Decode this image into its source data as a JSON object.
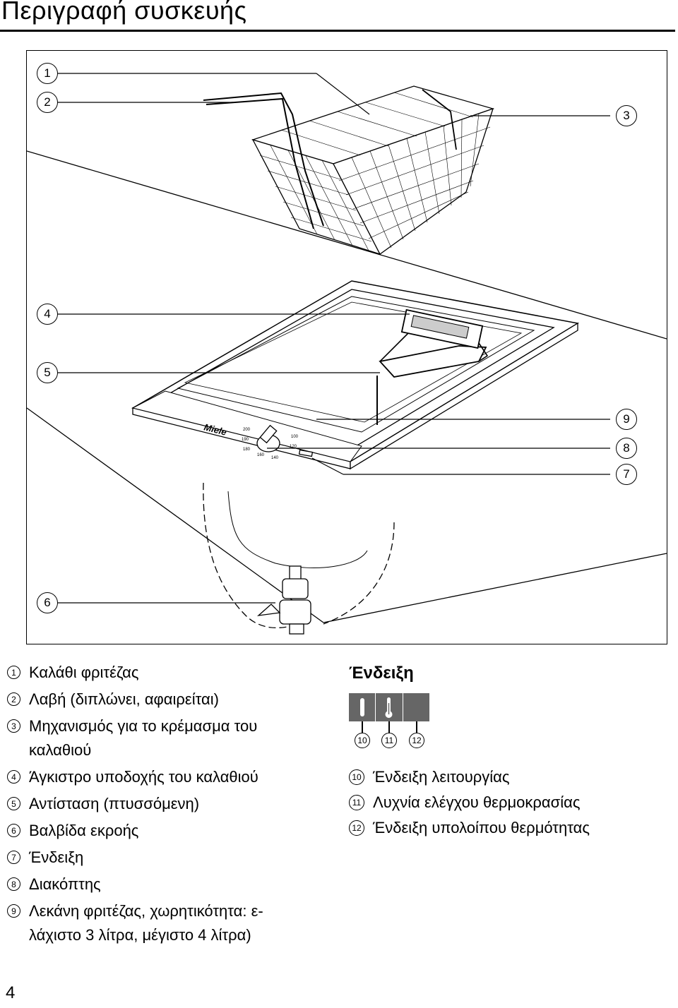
{
  "header": {
    "title": "Περιγραφή συσκευής"
  },
  "figure": {
    "callouts": [
      "1",
      "2",
      "3",
      "4",
      "5",
      "6",
      "7",
      "8",
      "9"
    ],
    "panel_brand": "Miele",
    "dial_marks": [
      "200",
      "190",
      "180",
      "100",
      "120",
      "140",
      "160"
    ]
  },
  "legend": [
    {
      "num": "1",
      "text": "Καλάθι φριτέζας"
    },
    {
      "num": "2",
      "text": "Λαβή (διπλώνει, αφαιρείται)"
    },
    {
      "num": "3",
      "text": "Μηχανισμός για το κρέμασμα του καλαθιού"
    },
    {
      "num": "4",
      "text": "Άγκιστρο υποδοχής του καλαθιού"
    },
    {
      "num": "5",
      "text": "Αντίσταση (πτυσσόμενη)"
    },
    {
      "num": "6",
      "text": "Βαλβίδα εκροής"
    },
    {
      "num": "7",
      "text": "Ένδειξη"
    },
    {
      "num": "8",
      "text": "Διακόπτης"
    },
    {
      "num": "9",
      "text": "Λεκάνη φριτέζας, χωρητικότητα: ε- λάχιστο 3 λίτρα, μέγιστο 4 λίτρα)"
    }
  ],
  "indicator": {
    "title": "Ένδειξη",
    "labels": [
      "10",
      "11",
      "12"
    ],
    "items": [
      {
        "num": "10",
        "text": "Ένδειξη λειτουργίας"
      },
      {
        "num": "11",
        "text": "Λυχνία ελέγχου θερμοκρασίας"
      },
      {
        "num": "12",
        "text": "Ένδειξη υπολοίπου θερμότητας"
      }
    ],
    "colors": {
      "panel": "#666666"
    }
  },
  "footer": {
    "page_number": "4"
  }
}
